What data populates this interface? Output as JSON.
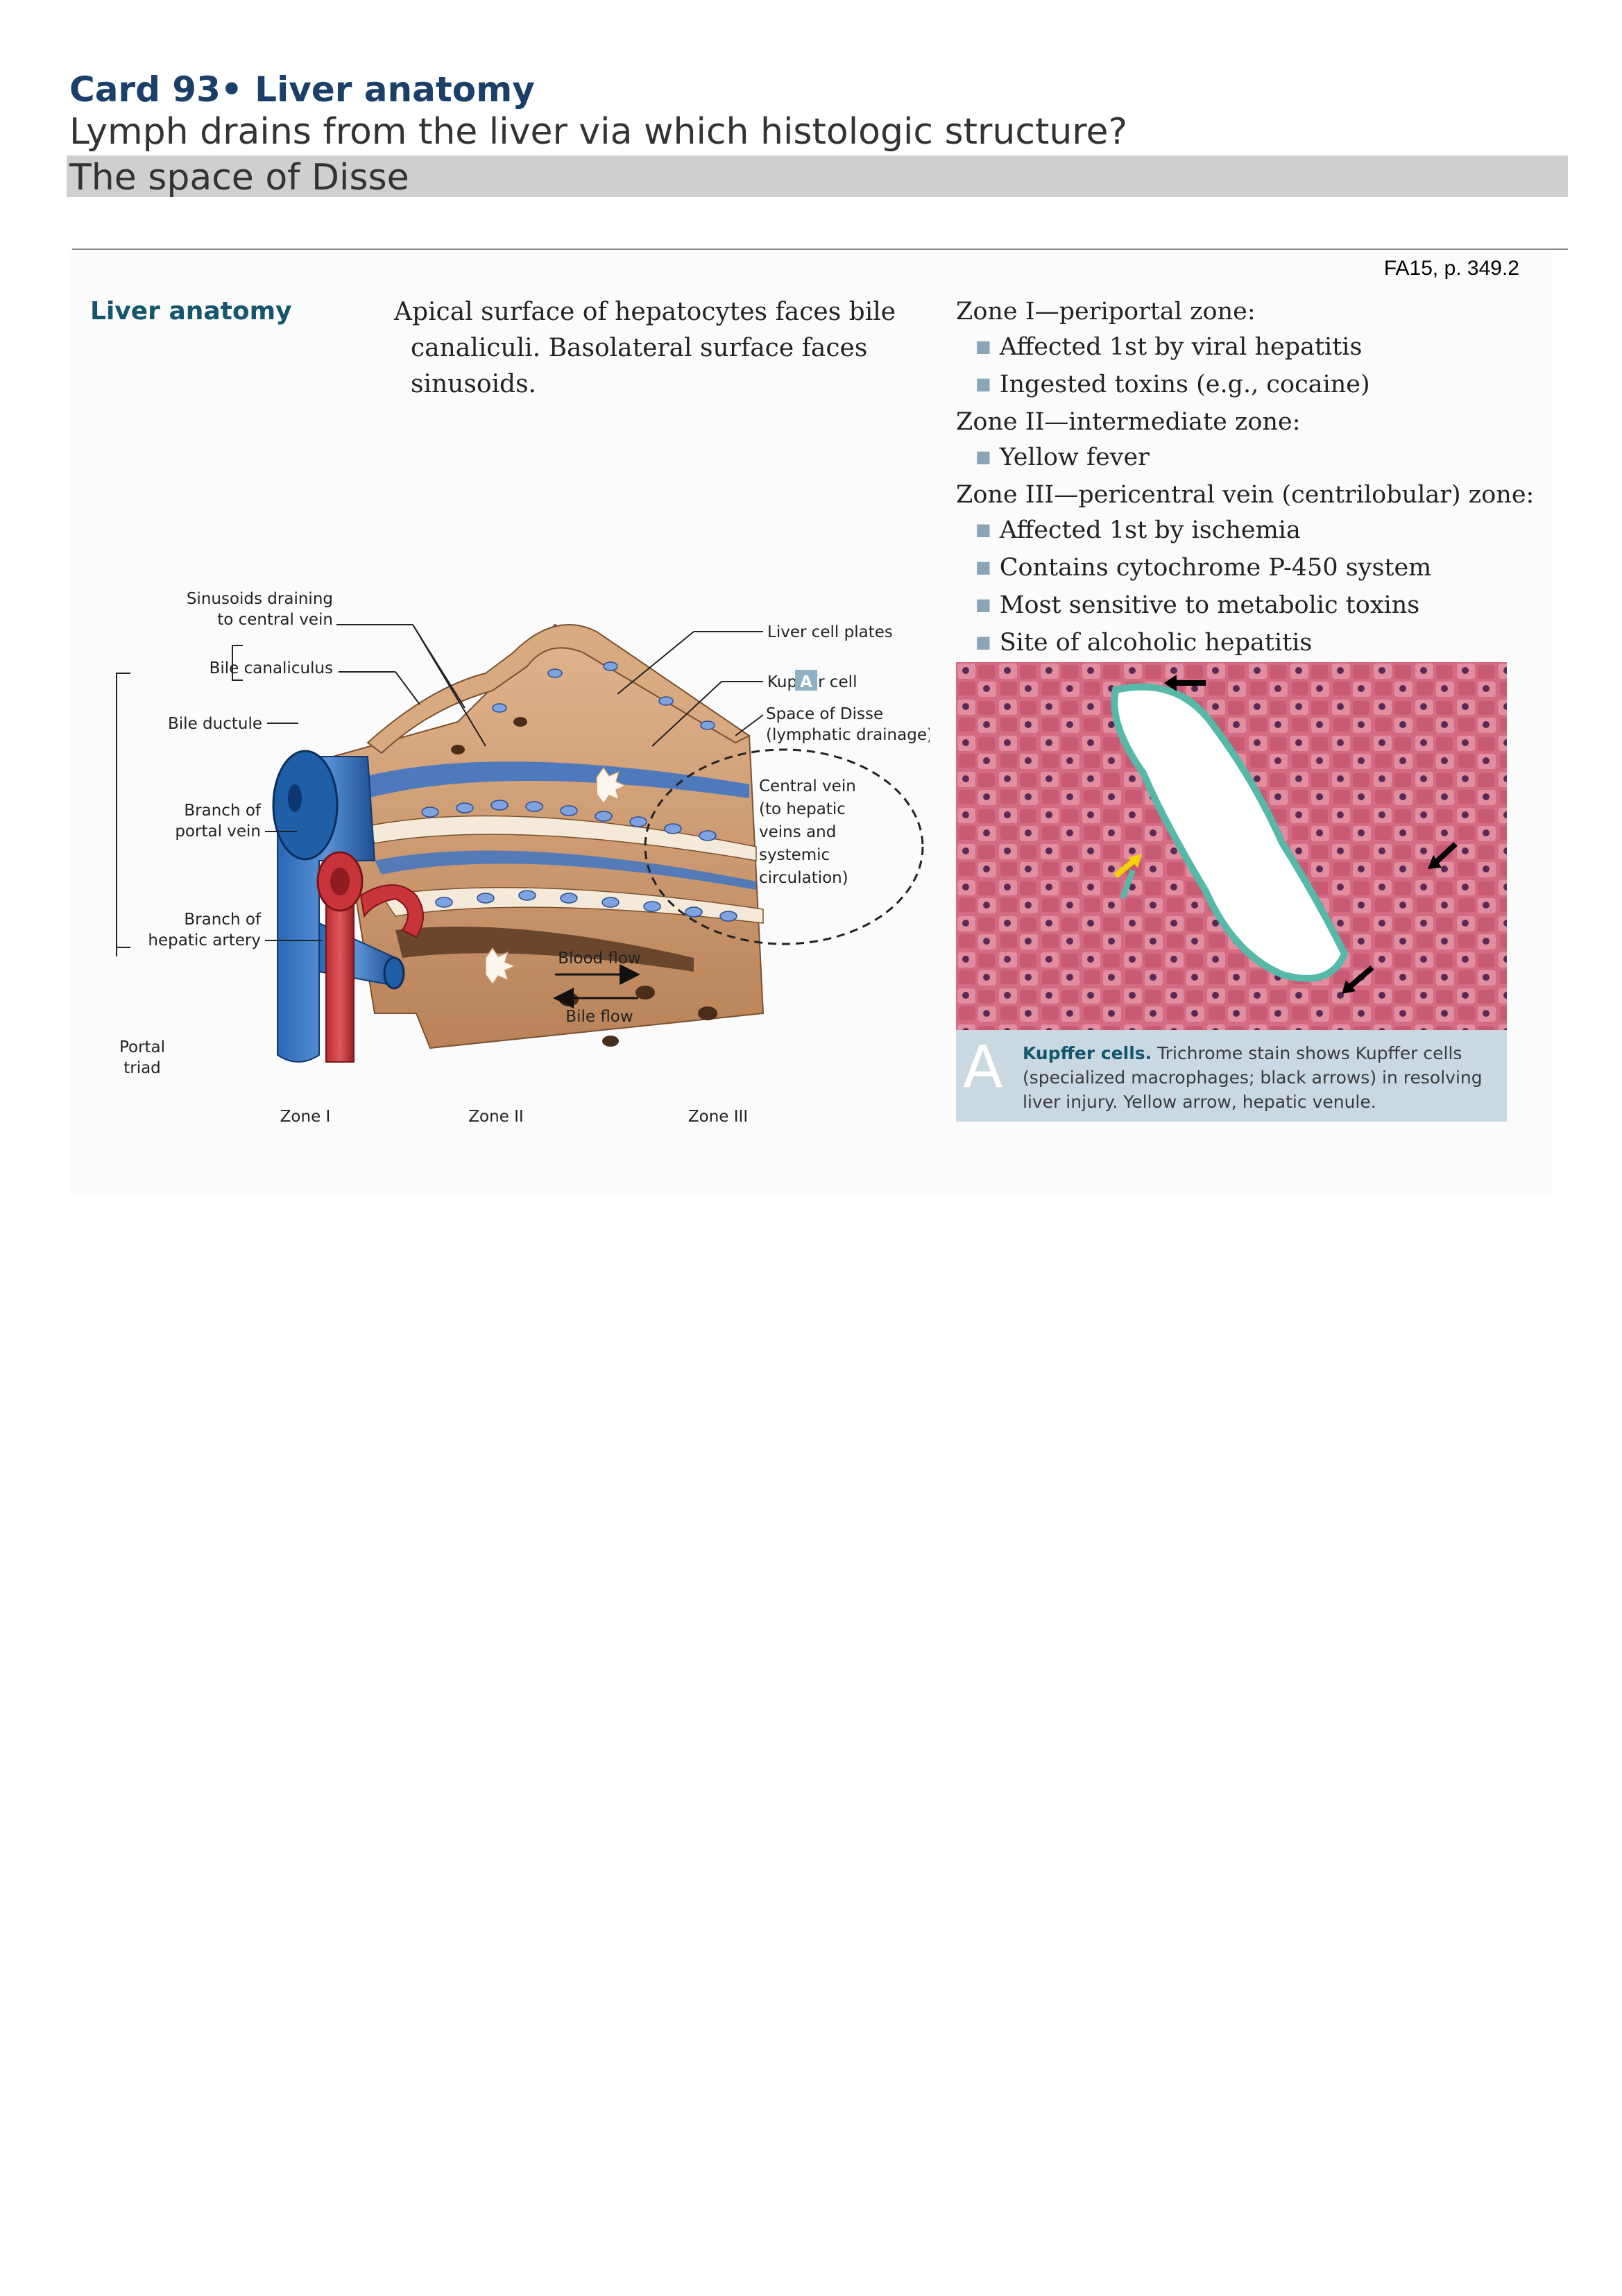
{
  "card": {
    "title": "Card 93• Liver anatomy",
    "question": "Lymph drains from the liver via which histologic structure?",
    "answer": "The space of Disse",
    "reference": "FA15, p. 349.2"
  },
  "section": {
    "heading": "Liver anatomy",
    "apical_line1": "Apical surface of hepatocytes faces bile",
    "apical_line2": "canaliculi. Basolateral surface faces sinusoids."
  },
  "zones": {
    "zone1_heading": "Zone I—periportal zone:",
    "zone1_items": [
      "Affected 1st by viral hepatitis",
      "Ingested toxins (e.g., cocaine)"
    ],
    "zone2_heading": "Zone II—intermediate zone:",
    "zone2_items": [
      "Yellow fever"
    ],
    "zone3_heading": "Zone III—pericentral vein (centrilobular) zone:",
    "zone3_items": [
      "Affected 1st by ischemia",
      "Contains cytochrome P-450 system",
      "Most sensitive to metabolic toxins",
      "Site of alcoholic hepatitis"
    ]
  },
  "diagram": {
    "labels": {
      "sinusoids_l1": "Sinusoids draining",
      "sinusoids_l2": "to central vein",
      "bile_canaliculus": "Bile canaliculus",
      "bile_ductule": "Bile ductule",
      "branch_portal_l1": "Branch of",
      "branch_portal_l2": "portal vein",
      "branch_hepatic_l1": "Branch of",
      "branch_hepatic_l2": "hepatic artery",
      "portal_triad_l1": "Portal",
      "portal_triad_l2": "triad",
      "liver_cell_plates": "Liver cell plates",
      "kupffer_cell": "Kupffer cell",
      "kupffer_badge": "A",
      "space_disse_l1": "Space of Disse",
      "space_disse_l2": "(lymphatic drainage)",
      "central_vein_l1": "Central vein",
      "central_vein_l2": "(to hepatic",
      "central_vein_l3": "veins and",
      "central_vein_l4": "systemic",
      "central_vein_l5": "circulation)",
      "blood_flow": "Blood flow",
      "bile_flow": "Bile flow",
      "zone1": "Zone I",
      "zone2": "Zone II",
      "zone3": "Zone III"
    }
  },
  "micrograph": {
    "letter": "A",
    "caption_bold": "Kupffer cells.",
    "caption_text": " Trichrome stain shows Kupffer cells (specialized macrophages; black arrows) in resolving liver injury. Yellow arrow, hepatic venule."
  },
  "colors": {
    "title_navy": "#1b3f68",
    "heading_teal": "#15566d",
    "answer_bar": "#cfcfcf",
    "caption_box": "#c9d8e1",
    "portal_vein_blue": "#1f5fa8",
    "hepatic_artery_red": "#c8343a",
    "tissue_pink": "#d4687c"
  }
}
